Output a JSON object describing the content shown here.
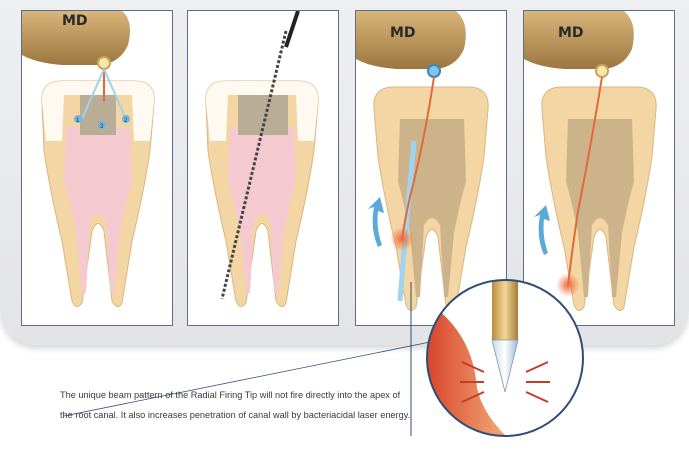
{
  "brand": {
    "logo_text": "MD"
  },
  "panels": [
    {
      "id": "panel-1",
      "markers": [
        "1",
        "2",
        "3"
      ]
    },
    {
      "id": "panel-2"
    },
    {
      "id": "panel-3"
    },
    {
      "id": "panel-4"
    }
  ],
  "caption": {
    "line1": "The unique beam pattern of the Radial Firing Tip will not fire directly into the apex of",
    "line2": "the root canal. It also increases penetration of canal wall by bacteriacidal laser energy."
  },
  "colors": {
    "gold": "#c8a56a",
    "dentin": "#f3d6a3",
    "pulp": "#f4c9d0",
    "laser_glow": "#ef6a3a",
    "arrow_blue": "#5aa9d8",
    "frame_blue": "#2f4d78"
  }
}
